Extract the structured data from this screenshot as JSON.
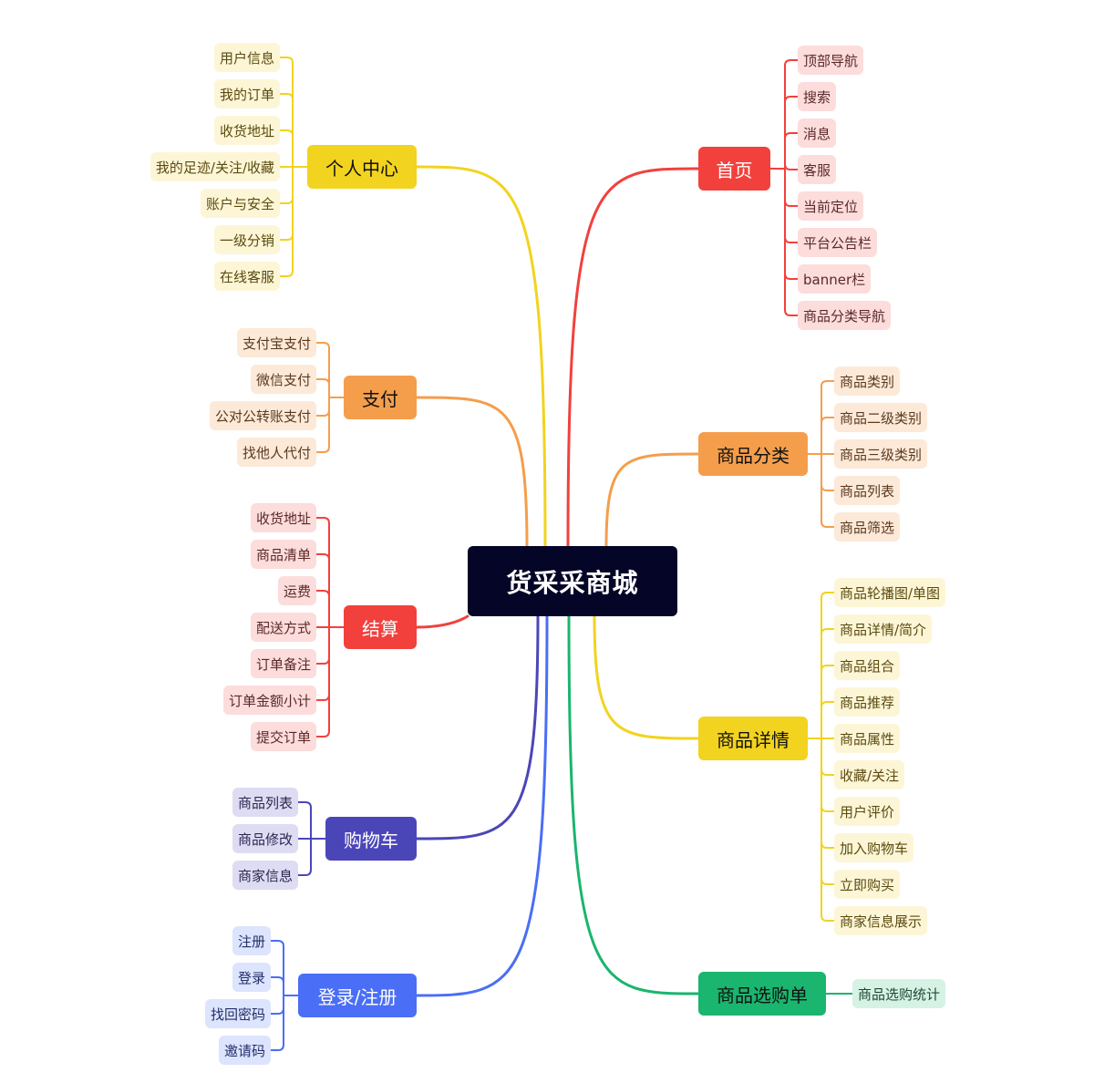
{
  "root": {
    "label": "货采采商城",
    "color": "#050527",
    "text_color": "#ffffff"
  },
  "branches": [
    {
      "id": "home",
      "label": "首页",
      "side": "right",
      "color": "#f2413d",
      "text_color": "#ffffff",
      "leaf_bg": "#fddcdc",
      "leaf_text": "#5a2a28",
      "children": [
        "顶部导航",
        "搜索",
        "消息",
        "客服",
        "当前定位",
        "平台公告栏",
        "banner栏",
        "商品分类导航"
      ]
    },
    {
      "id": "category",
      "label": "商品分类",
      "side": "right",
      "color": "#f49e4c",
      "text_color": "#111111",
      "leaf_bg": "#fde9d8",
      "leaf_text": "#5a3a20",
      "children": [
        "商品类别",
        "商品二级类别",
        "商品三级类别",
        "商品列表",
        "商品筛选"
      ]
    },
    {
      "id": "detail",
      "label": "商品详情",
      "side": "right",
      "color": "#f2d31f",
      "text_color": "#111111",
      "leaf_bg": "#fdf6d6",
      "leaf_text": "#5a4a10",
      "children": [
        "商品轮播图/单图",
        "商品详情/简介",
        "商品组合",
        "商品推荐",
        "商品属性",
        "收藏/关注",
        "用户评价",
        "加入购物车",
        "立即购买",
        "商家信息展示"
      ]
    },
    {
      "id": "selection",
      "label": "商品选购单",
      "side": "right",
      "color": "#1ab56e",
      "text_color": "#111111",
      "leaf_bg": "#d6f2e5",
      "leaf_text": "#1d4a35",
      "children": [
        "商品选购统计"
      ]
    },
    {
      "id": "profile",
      "label": "个人中心",
      "side": "left",
      "color": "#f2d31f",
      "text_color": "#111111",
      "leaf_bg": "#fdf6d6",
      "leaf_text": "#5a4a10",
      "children": [
        "用户信息",
        "我的订单",
        "收货地址",
        "我的足迹/关注/收藏",
        "账户与安全",
        "一级分销",
        "在线客服"
      ]
    },
    {
      "id": "payment",
      "label": "支付",
      "side": "left",
      "color": "#f49e4c",
      "text_color": "#111111",
      "leaf_bg": "#fde9d8",
      "leaf_text": "#5a3a20",
      "children": [
        "支付宝支付",
        "微信支付",
        "公对公转账支付",
        "找他人代付"
      ]
    },
    {
      "id": "checkout",
      "label": "结算",
      "side": "left",
      "color": "#f2413d",
      "text_color": "#ffffff",
      "leaf_bg": "#fddcdc",
      "leaf_text": "#5a2a28",
      "children": [
        "收货地址",
        "商品清单",
        "运费",
        "配送方式",
        "订单备注",
        "订单金额小计",
        "提交订单"
      ]
    },
    {
      "id": "cart",
      "label": "购物车",
      "side": "left",
      "color": "#4b46b8",
      "text_color": "#ffffff",
      "leaf_bg": "#dddcf2",
      "leaf_text": "#2a2850",
      "children": [
        "商品列表",
        "商品修改",
        "商家信息"
      ]
    },
    {
      "id": "login",
      "label": "登录/注册",
      "side": "left",
      "color": "#4a6ef5",
      "text_color": "#ffffff",
      "leaf_bg": "#dde4fd",
      "leaf_text": "#22306a",
      "children": [
        "注册",
        "登录",
        "找回密码",
        "邀请码"
      ]
    }
  ]
}
